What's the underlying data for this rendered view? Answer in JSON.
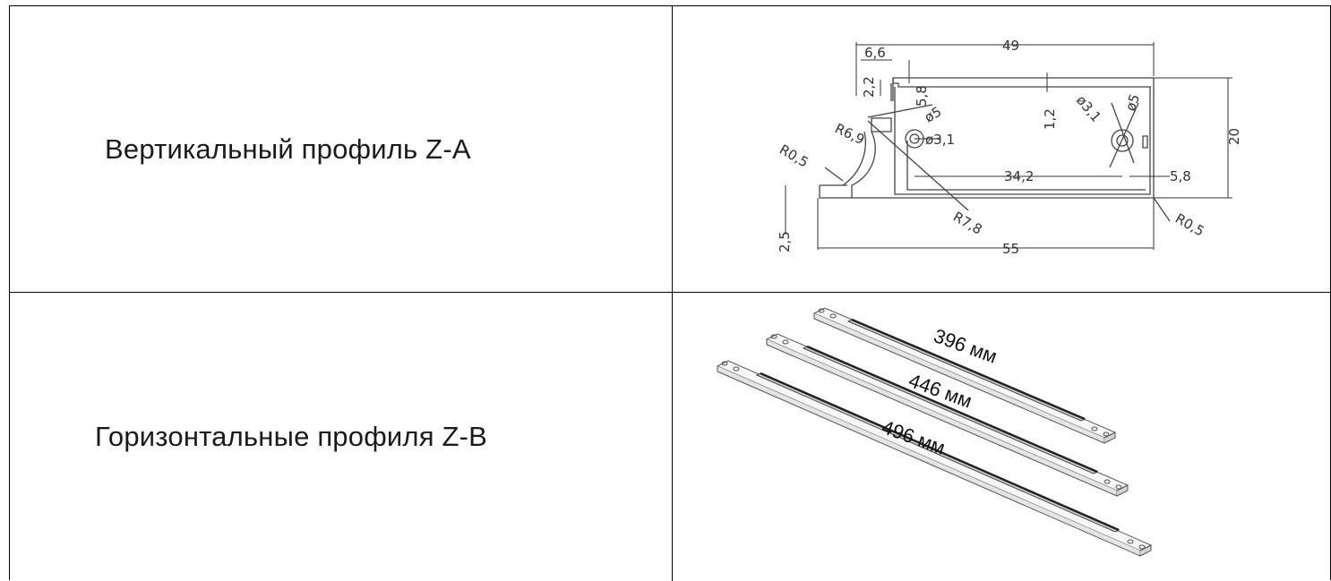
{
  "rows": [
    {
      "label": "Вертикальный профиль Z-A",
      "drawing": {
        "dims": {
          "d49": "49",
          "d6_6": "6,6",
          "d2_2": "2,2",
          "d5_8a": "5,8",
          "d1_2": "1,2",
          "phi5a": "ø5",
          "phi3_1a": "ø3,1",
          "phi3_1b": "ø3,1",
          "phi5b": "ø5",
          "r6_9": "R6,9",
          "r0_5a": "R0,5",
          "d20": "20",
          "d34_2": "34,2",
          "d5_8b": "5,8",
          "r7_8": "R7,8",
          "r0_5b": "R0,5",
          "d2_5": "2,5",
          "d55": "55"
        }
      }
    },
    {
      "label": "Горизонтальные профиля Z-B",
      "lengths": [
        "396 мм",
        "446 мм",
        "496 мм"
      ]
    }
  ]
}
